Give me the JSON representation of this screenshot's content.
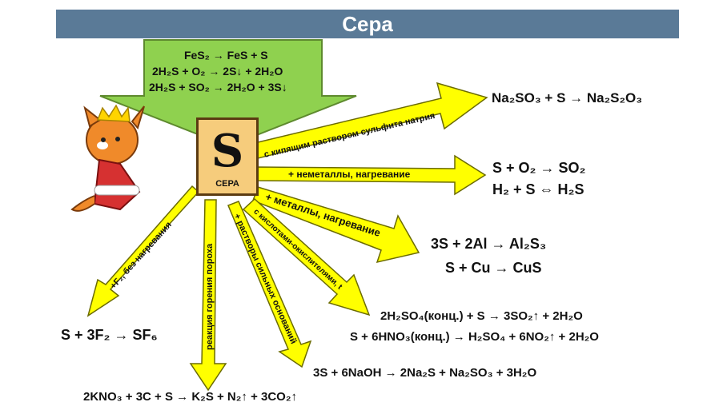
{
  "title": "Сера",
  "element": {
    "symbol": "S",
    "name": "СЕРА"
  },
  "top": {
    "eq1": "FeS₂ → FeS + S",
    "eq2": "2H₂S + O₂ → 2S↓ + 2H₂O",
    "eq3": "2H₂S + SO₂ → 2H₂O + 3S↓"
  },
  "labels": {
    "sulfite": "с кипящим раствором сульфита натрия",
    "nonmetals": "+ неметаллы, нагревание",
    "metals": "+ металлы, нагревание",
    "acids": "с кислотами-окислителями, t",
    "bases": "+ растворы сильных оснований",
    "powder": "реакция горения пороха",
    "fluorine": "+F₂, без нагревания"
  },
  "equations": {
    "sulfite": "Na₂SO₃ + S → Na₂S₂O₃",
    "nonmetal1": "S + O₂ → SO₂",
    "nonmetal2": "H₂ + S ⇔ H₂S",
    "metal1": "3S + 2Al → Al₂S₃",
    "metal2": "S + Cu → CuS",
    "acid1": "2H₂SO₄(конц.) + S → 3SO₂↑ + 2H₂O",
    "acid2": "S + 6HNO₃(конц.) → H₂SO₄ + 6NO₂↑ + 2H₂O",
    "base": "3S + 6NaOH → 2Na₂S + Na₂SO₃ + 3H₂O",
    "powder": "2KNO₃ + 3C + S → K₂S + N₂↑ + 3CO₂↑",
    "fluorine": "S + 3F₂ → SF₆"
  },
  "colors": {
    "title_bar": "#5a7a97",
    "arrow_fill": "#ffff00",
    "top_arrow": "#8fd14f",
    "element_box": "#f6cc7c"
  }
}
